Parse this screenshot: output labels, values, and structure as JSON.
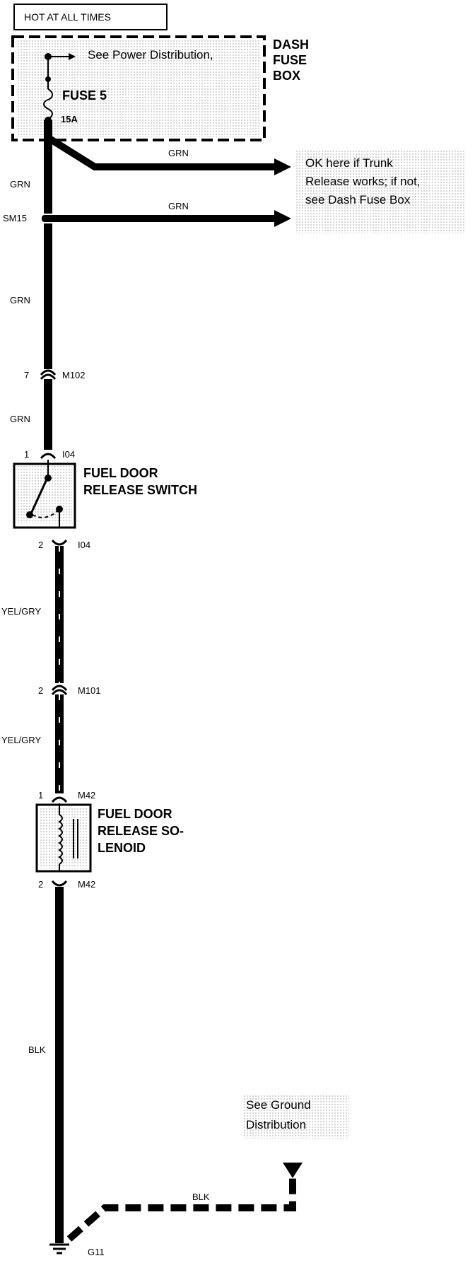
{
  "header": {
    "hot_label": "HOT AT ALL TIMES"
  },
  "fuse_box": {
    "title_lines": [
      "DASH",
      "FUSE",
      "BOX"
    ],
    "power_ref": "See Power Distribution,",
    "fuse_name": "FUSE 5",
    "fuse_rating": "15A"
  },
  "branches": {
    "upper_wire": "GRN",
    "lower_wire": "GRN",
    "note_lines": [
      "OK here if Trunk",
      "Release works; if not,",
      "see Dash Fuse Box"
    ]
  },
  "splice": {
    "name": "SM15"
  },
  "wires": {
    "grn_1": "GRN",
    "grn_2": "GRN",
    "grn_3": "GRN",
    "yel_gry_1": "YEL/GRY",
    "yel_gry_2": "YEL/GRY",
    "blk_main": "BLK",
    "blk_ground": "BLK"
  },
  "connectors": {
    "m102": {
      "pin": "7",
      "name": "M102"
    },
    "i04_top": {
      "pin": "1",
      "name": "I04"
    },
    "i04_bottom": {
      "pin": "2",
      "name": "I04"
    },
    "m101": {
      "pin": "2",
      "name": "M101"
    },
    "m42_top": {
      "pin": "1",
      "name": "M42"
    },
    "m42_bottom": {
      "pin": "2",
      "name": "M42"
    }
  },
  "switch": {
    "title_lines": [
      "FUEL DOOR",
      "RELEASE SWITCH"
    ]
  },
  "solenoid": {
    "title_lines": [
      "FUEL DOOR",
      "RELEASE SO-",
      "LENOID"
    ]
  },
  "ground": {
    "note_lines": [
      "See Ground",
      "Distribution"
    ],
    "name": "G11"
  },
  "colors": {
    "wire": "#000000",
    "background": "#ffffff"
  }
}
